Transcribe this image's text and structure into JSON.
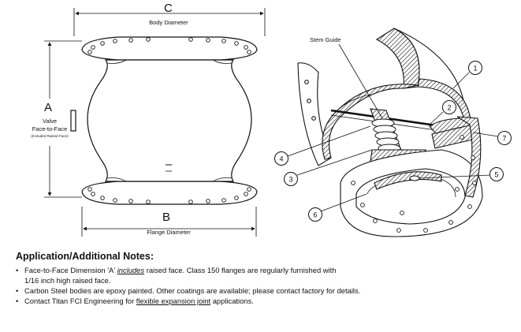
{
  "diagram": {
    "dim_c": {
      "letter": "C",
      "label": "Body Diameter"
    },
    "dim_a": {
      "letter": "A",
      "label_line1": "Valve",
      "label_line2": "Face-to-Face",
      "label_line3": "(Includes Raised Face)"
    },
    "dim_b": {
      "letter": "B",
      "label": "Flange Diameter"
    },
    "stem_guide_label": "Stem Guide",
    "callouts": [
      "1",
      "2",
      "3",
      "4",
      "5",
      "6",
      "7"
    ]
  },
  "notes": {
    "heading": "Application/Additional Notes:",
    "item1_pre": "Face-to-Face Dimension 'A' ",
    "item1_emph": "includes",
    "item1_post": " raised face.  Class 150 flanges are regularly furnished with",
    "item1_cont": "1/16 inch high raised face.",
    "item2": "Carbon Steel bodies are epoxy painted.  Other coatings are available; please contact factory for details.",
    "item3_pre": "Contact Titan FCI Engineering for ",
    "item3_link": "flexible expansion joint",
    "item3_post": " applications."
  },
  "colors": {
    "ink": "#111111",
    "hatch": "#222222",
    "background": "#ffffff"
  }
}
